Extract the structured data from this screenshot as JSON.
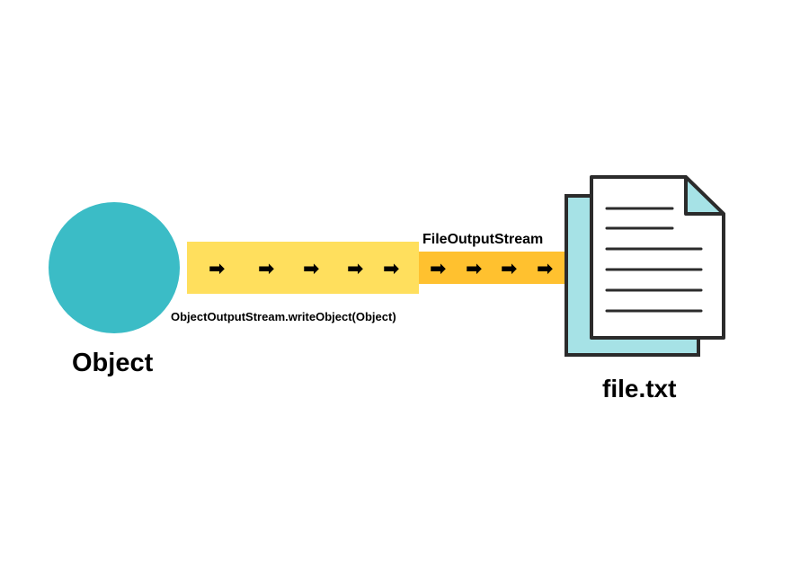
{
  "source": {
    "label": "Object",
    "color": "#3bbcc6"
  },
  "streams": {
    "object_output_stream": {
      "label": "ObjectOutputStream.writeObject(Object)",
      "color": "#ffdf5d"
    },
    "file_output_stream": {
      "label": "FileOutputStream",
      "color": "#ffc12f"
    },
    "arrow_glyph": "➡"
  },
  "target": {
    "label": "file.txt",
    "icon": "document-icon",
    "back_sheet_color": "#a6e2e6"
  }
}
